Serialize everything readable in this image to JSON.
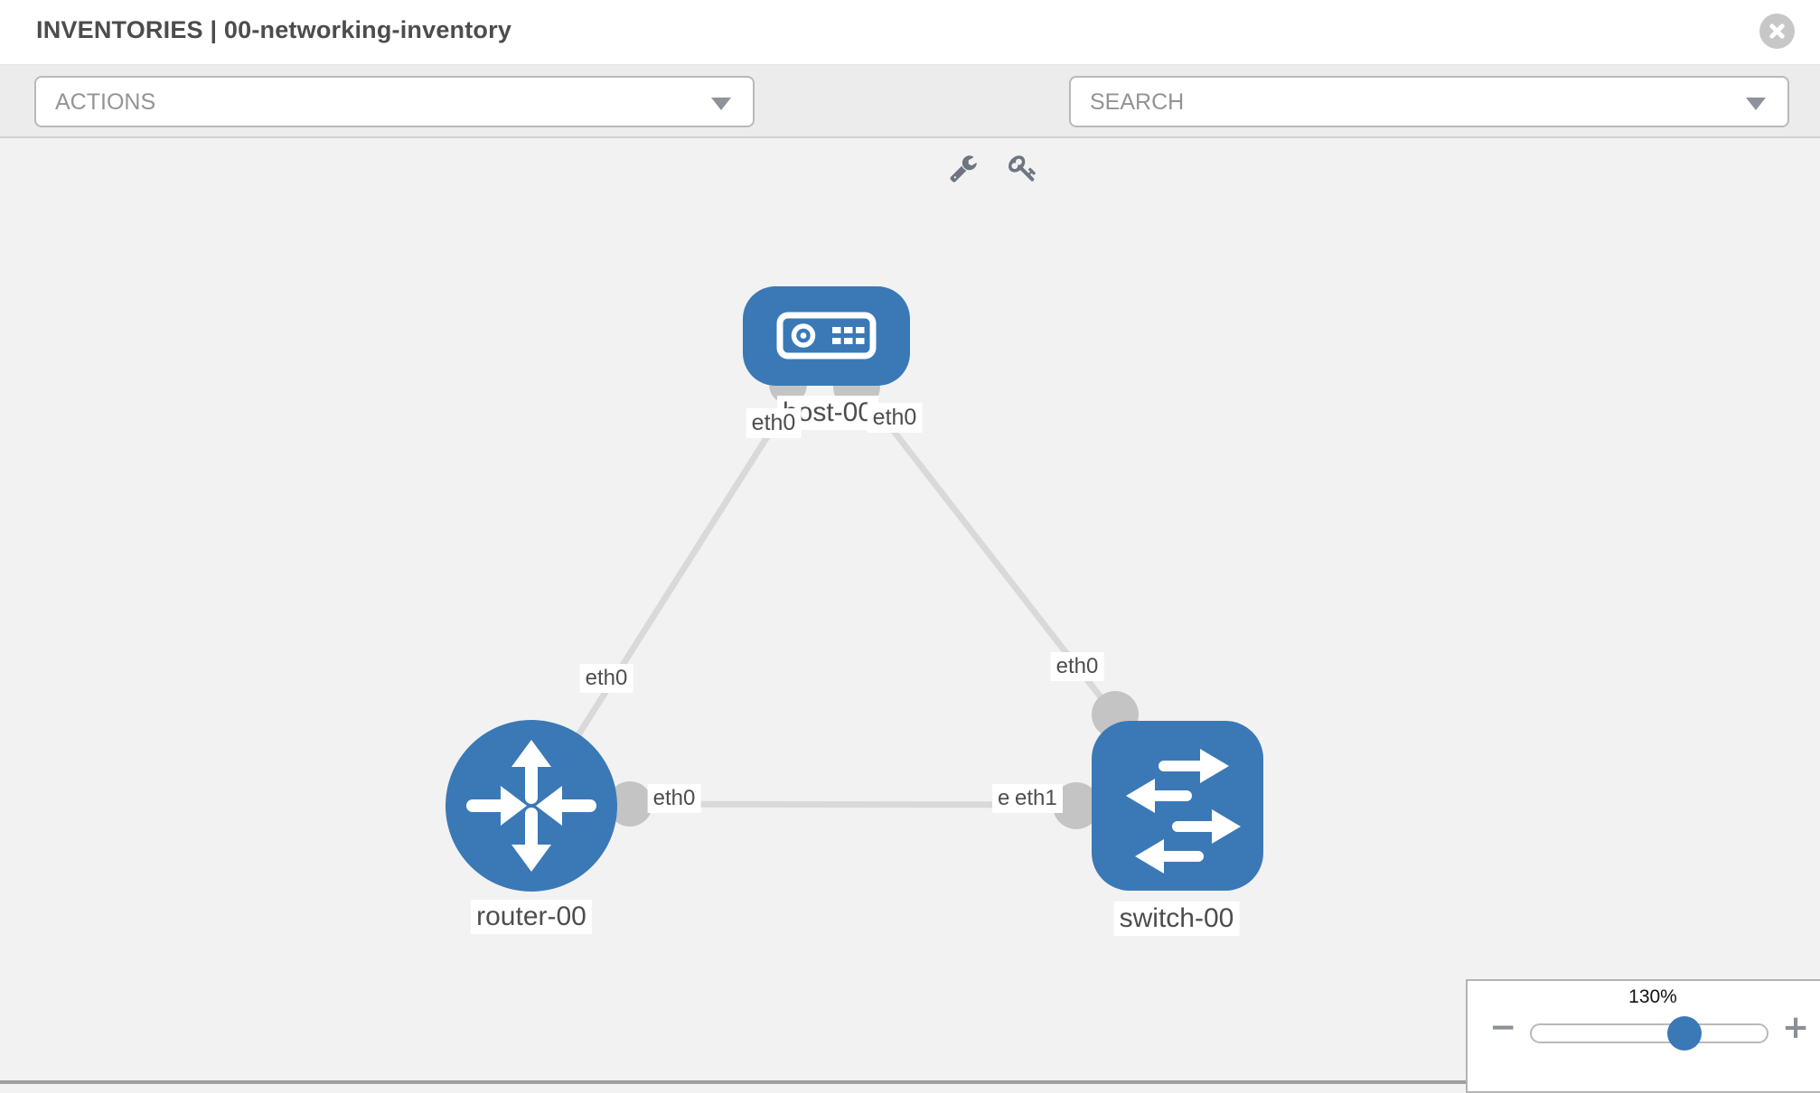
{
  "header": {
    "title": "INVENTORIES | 00-networking-inventory"
  },
  "toolbar": {
    "actions_label": "ACTIONS",
    "search_label": "SEARCH"
  },
  "topology": {
    "nodes": [
      {
        "id": "host-00",
        "type": "host",
        "label": "host-00"
      },
      {
        "id": "router-00",
        "type": "router",
        "label": "router-00"
      },
      {
        "id": "switch-00",
        "type": "switch",
        "label": "switch-00"
      }
    ],
    "links": [
      {
        "source": "host-00",
        "target": "router-00",
        "source_interface": "eth0",
        "target_interface": "eth0"
      },
      {
        "source": "host-00",
        "target": "switch-00",
        "source_interface": "eth0",
        "target_interface": "eth0"
      },
      {
        "source": "router-00",
        "target": "switch-00",
        "source_interface": "eth0",
        "target_interface": "eth1"
      }
    ],
    "interface_labels": {
      "host_left": "eth0",
      "host_right": "eth0",
      "host_router_link": "eth0",
      "host_switch_link": "eth0",
      "router_right": "eth0",
      "switch_left_under": "eth1",
      "switch_left_over": "eth1"
    }
  },
  "zoom_control": {
    "level": "130%",
    "minus_label": "−",
    "plus_label": "+",
    "slider_percent": 64
  },
  "colors": {
    "node_fill": "#3a79b6",
    "link_stroke": "#d9d9d9",
    "connector_fill": "#c4c4c4",
    "canvas_bg": "#f2f2f2",
    "toolbar_bg": "#ececec"
  }
}
